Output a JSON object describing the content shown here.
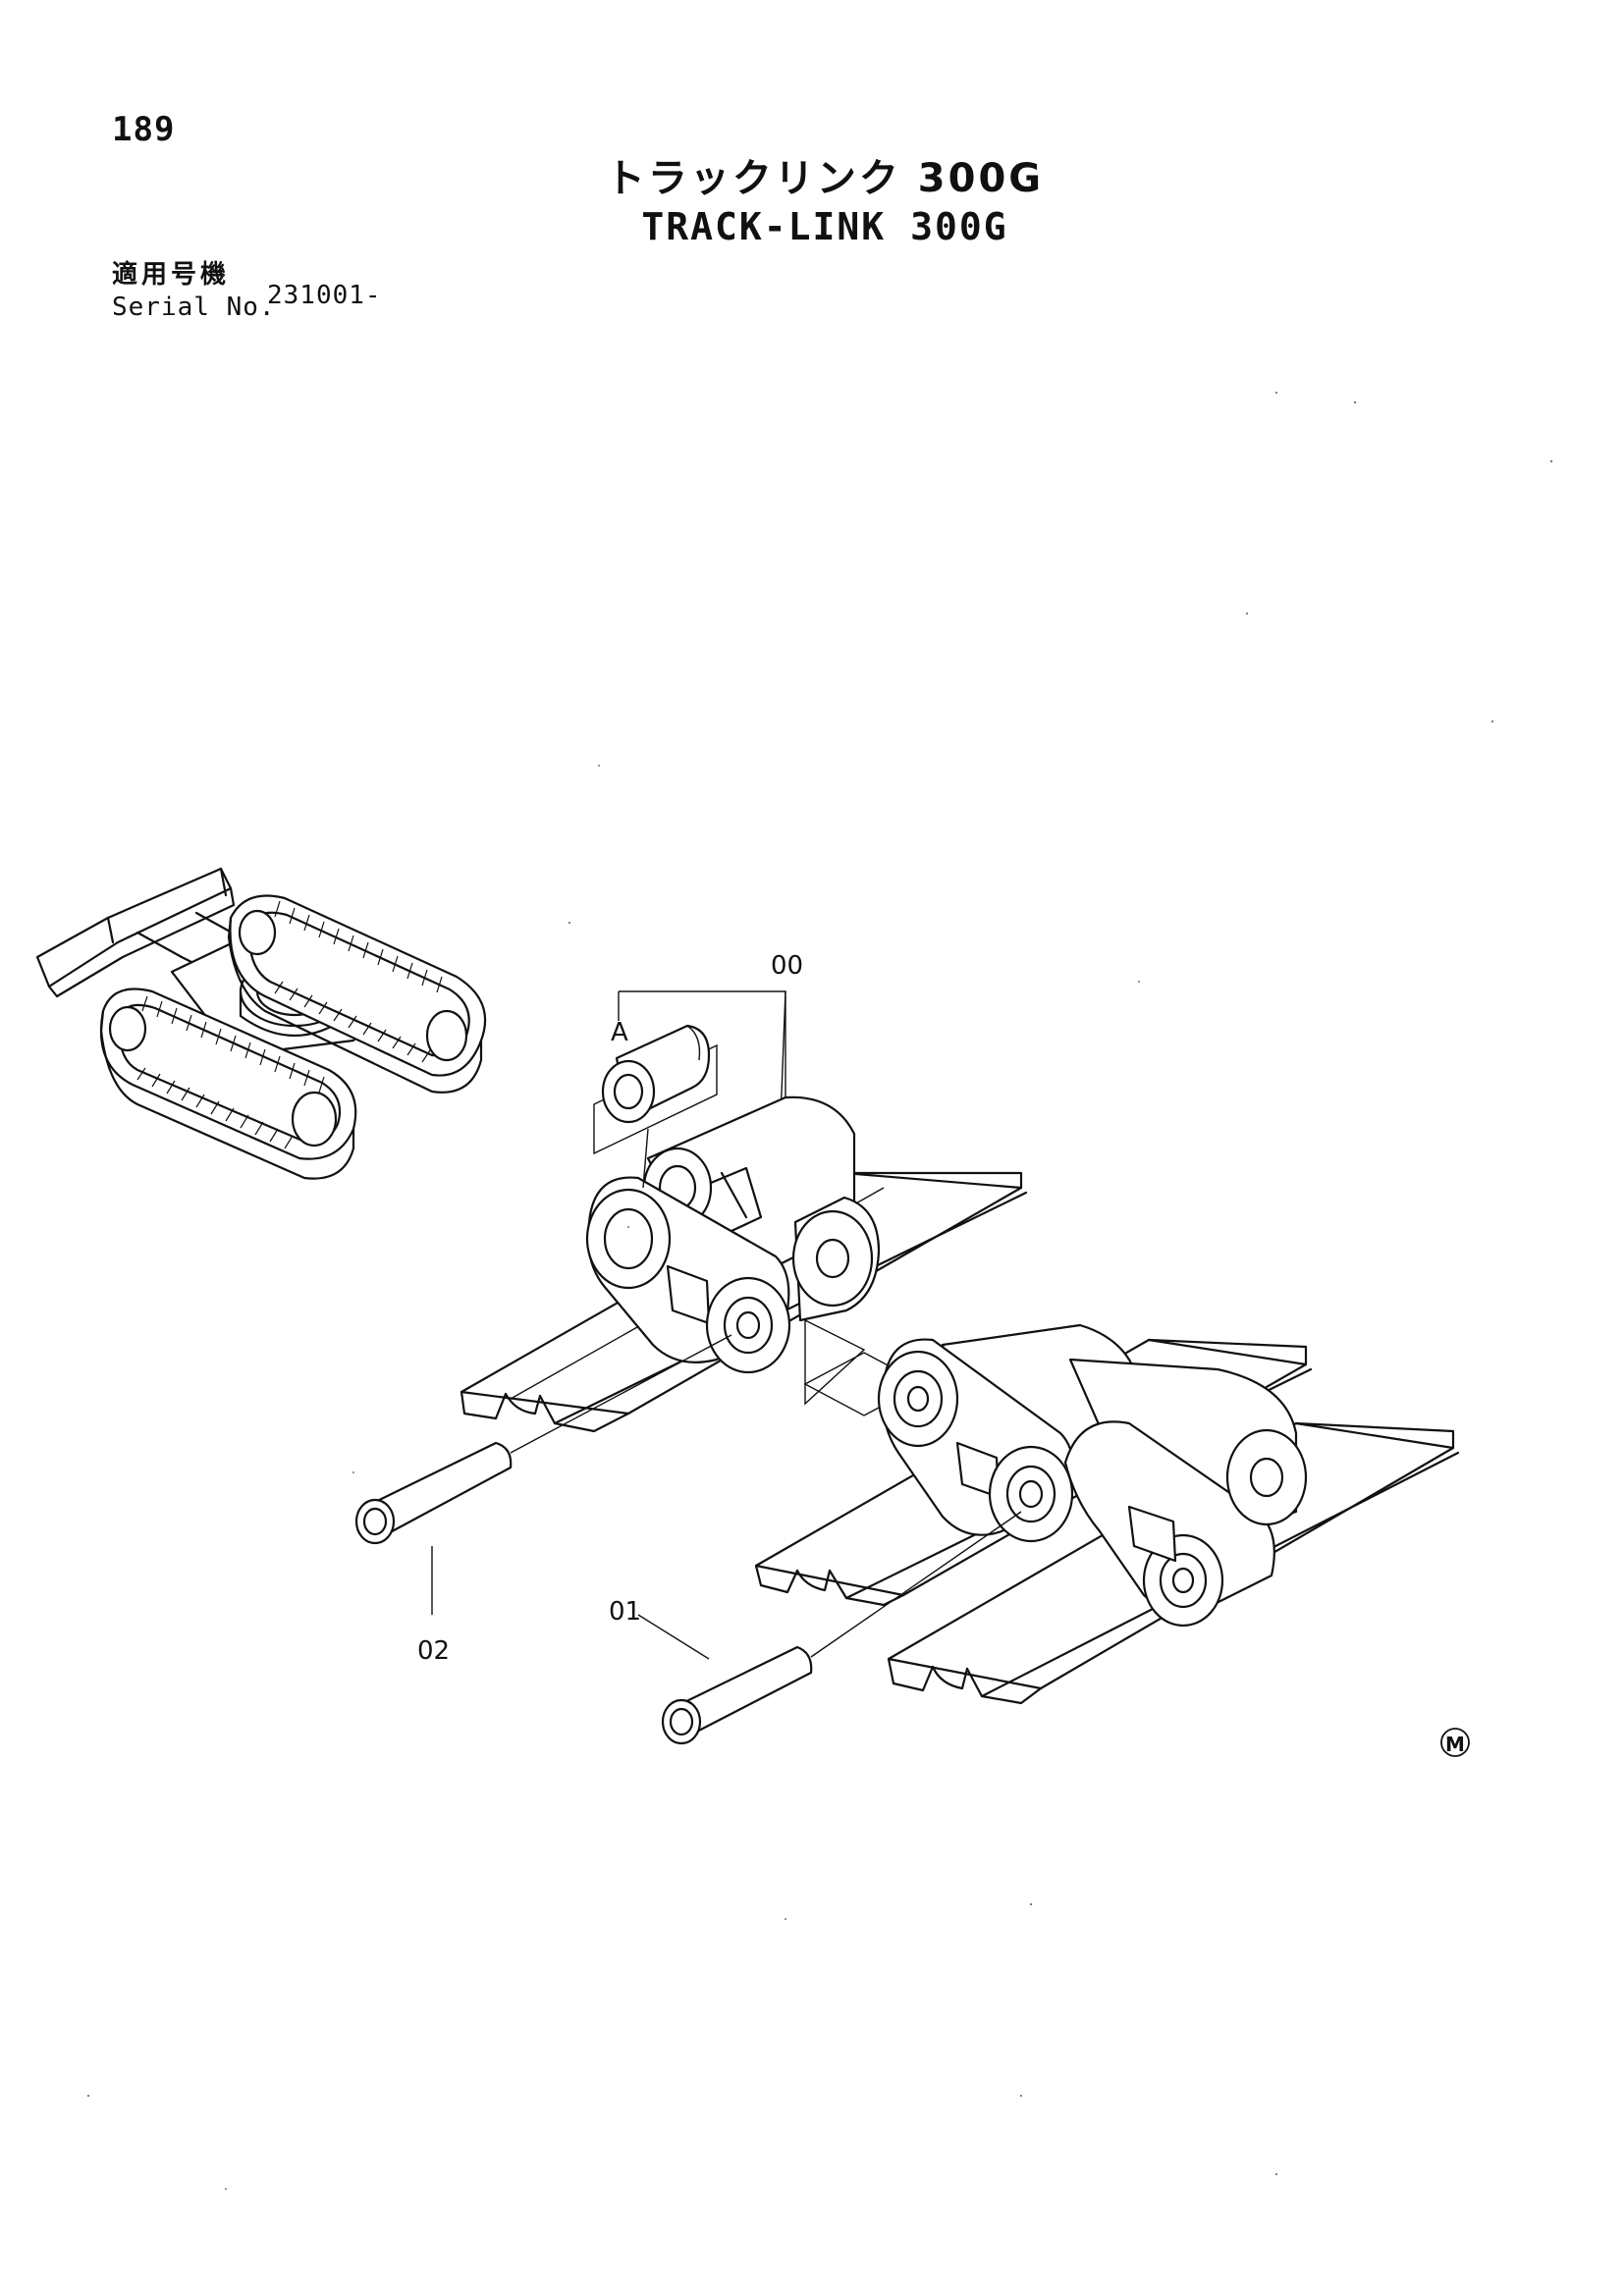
{
  "page_number": "189",
  "title": {
    "japanese": "トラックリンク 300G",
    "english": "TRACK-LINK 300G"
  },
  "applicability": {
    "label_japanese": "適用号機",
    "label_english": "Serial No.",
    "serial_value": "231001-"
  },
  "callouts": {
    "assembly": "00",
    "detail": "A",
    "master_pin": "01",
    "pin": "02"
  },
  "mark": "M"
}
